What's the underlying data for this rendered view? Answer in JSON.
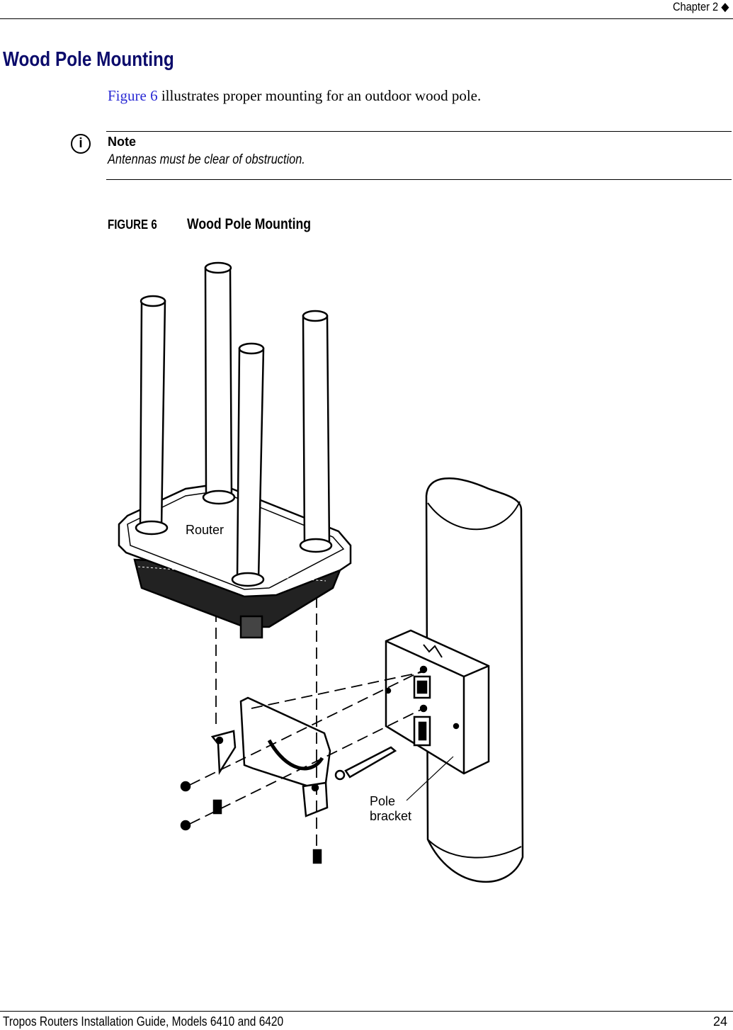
{
  "header": {
    "chapter": "Chapter 2 ◆"
  },
  "section": {
    "title": "Wood Pole Mounting"
  },
  "intro": {
    "link": "Figure 6",
    "text": " illustrates proper mounting for an outdoor wood pole."
  },
  "note": {
    "icon": "info-icon",
    "label": "Note",
    "text": "Antennas must be clear of obstruction."
  },
  "figure": {
    "label": "FIGURE 6",
    "title": "Wood Pole Mounting",
    "callouts": {
      "router": "Router",
      "pole": "Pole",
      "bracket": "bracket"
    }
  },
  "footer": {
    "guide": "Tropos Routers Installation Guide, Models 6410 and 6420",
    "page": "24"
  }
}
